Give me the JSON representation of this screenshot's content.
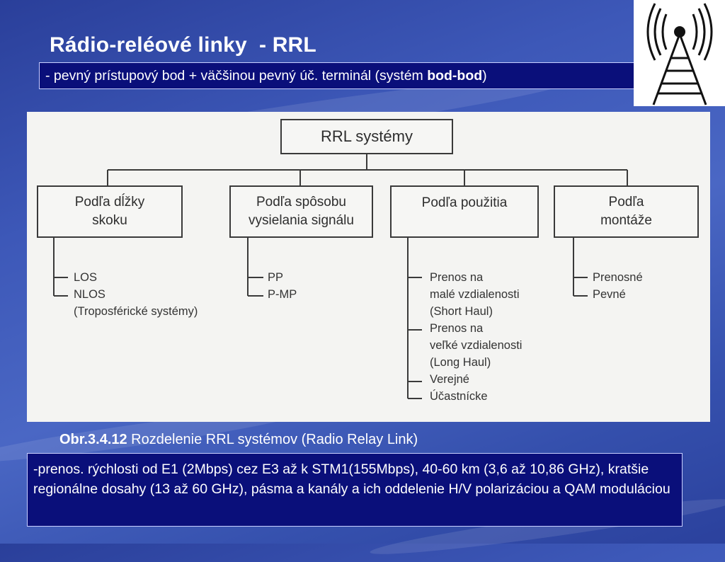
{
  "slide": {
    "title": "Rádio-reléové linky  - RRL",
    "subtitle_prefix": "- pevný prístupový bod + väčšinou pevný úč. terminál (systém ",
    "subtitle_bold": "bod-bod",
    "subtitle_suffix": ")",
    "logo_icon": "radio-tower-icon"
  },
  "diagram": {
    "root": "RRL systémy",
    "categories": [
      {
        "label_lines": [
          "Podľa dĺžky",
          "skoku"
        ],
        "items": [
          "LOS",
          "NLOS",
          "(Troposférické systémy)"
        ]
      },
      {
        "label_lines": [
          "Podľa spôsobu",
          "vysielania signálu"
        ],
        "items": [
          "PP",
          "P-MP"
        ]
      },
      {
        "label_lines": [
          "Podľa použitia"
        ],
        "items": [
          "Prenos na",
          "malé vzdialenosti",
          "(Short Haul)",
          "Prenos na",
          "veľké vzdialenosti",
          "(Long Haul)",
          "Verejné",
          "Účastnícke"
        ]
      },
      {
        "label_lines": [
          "Podľa",
          "montáže"
        ],
        "items": [
          "Prenosné",
          "Pevné"
        ]
      }
    ]
  },
  "caption": {
    "bold": "Obr.3.4.12",
    "text": " Rozdelenie RRL systémov (Radio Relay Link)"
  },
  "info": {
    "text": "-prenos. rýchlosti od E1 (2Mbps) cez E3 až k STM1(155Mbps), 40-60 km (3,6 až 10,86 GHz), kratšie regionálne dosahy (13 až 60 GHz), pásma a kanály a ich oddelenie H/V polarizáciou a QAM moduláciou"
  },
  "colors": {
    "background": "#3d58b8",
    "box_fill": "#0a0f7a",
    "text": "#ffffff"
  }
}
